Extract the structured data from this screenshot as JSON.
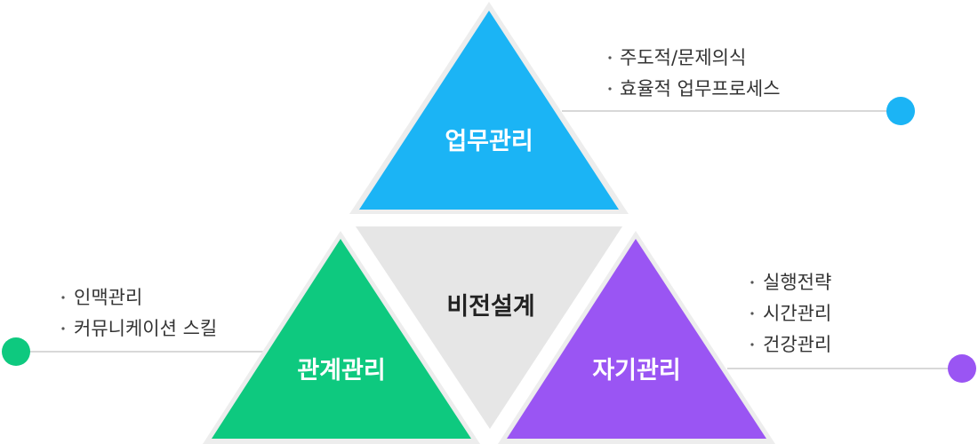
{
  "center": {
    "title": "비전설계",
    "color": "#e6e6e6"
  },
  "top": {
    "title": "업무관리",
    "color": "#1bb4f5",
    "items": [
      "주도적/문제의식",
      "효율적 업무프로세스"
    ]
  },
  "left": {
    "title": "관계관리",
    "color": "#0ec97f",
    "items": [
      "인맥관리",
      "커뮤니케이션 스킬"
    ]
  },
  "right": {
    "title": "자기관리",
    "color": "#9a55f3",
    "items": [
      "실행전략",
      "시간관리",
      "건강관리"
    ]
  },
  "connector_color": "#cccccc"
}
